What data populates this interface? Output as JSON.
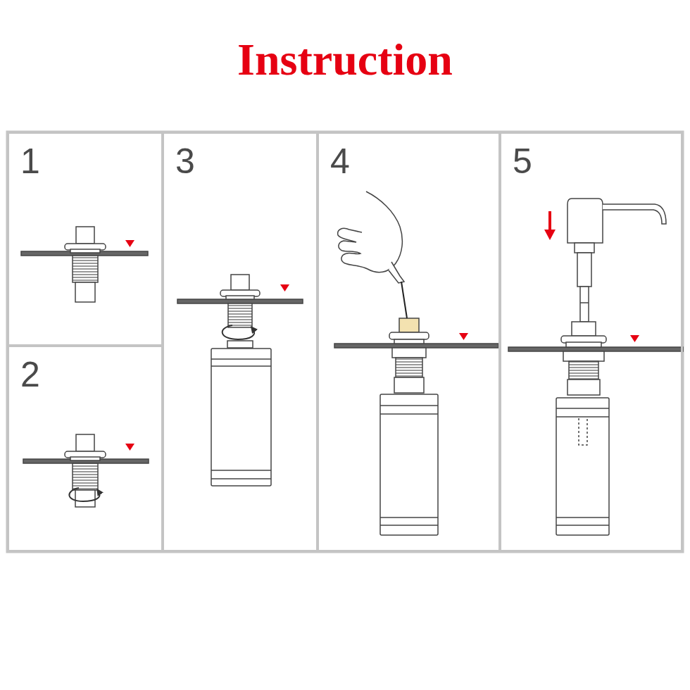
{
  "diagram": {
    "title": "Instruction",
    "nodes": [
      {
        "text": [
          "1"
        ]
      },
      {
        "text": [
          "2"
        ]
      },
      {
        "text": [
          "3"
        ]
      },
      {
        "text": [
          "4"
        ]
      },
      {
        "text": [
          "5"
        ]
      }
    ]
  }
}
